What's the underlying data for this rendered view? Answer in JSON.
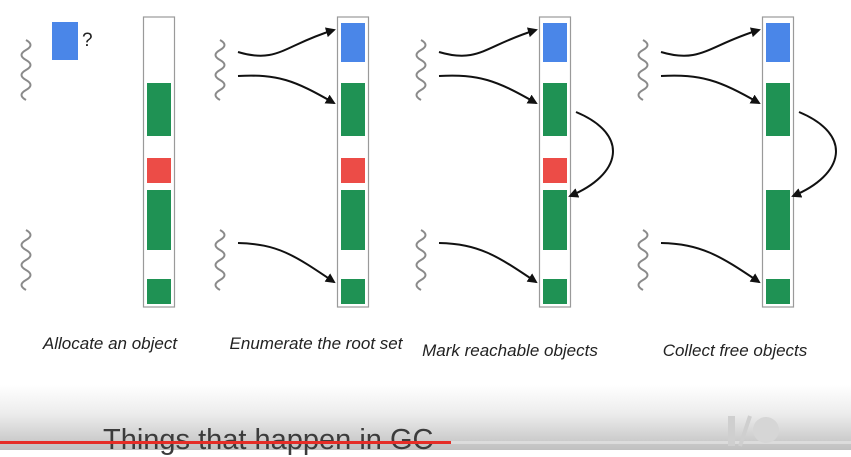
{
  "panels": [
    {
      "caption": "Allocate an object",
      "heap": [
        "empty",
        "green",
        "red",
        "green",
        "empty",
        "green"
      ],
      "new_object": "blue",
      "new_object_note": "?",
      "roots": 2,
      "root_arrows": []
    },
    {
      "caption": "Enumerate the root set",
      "heap": [
        "blue",
        "green",
        "red",
        "green",
        "empty",
        "green"
      ],
      "roots": 2,
      "root_arrows": [
        "blue",
        "green",
        "green-bottom"
      ],
      "mark_arrow": false
    },
    {
      "caption": "Mark reachable objects",
      "heap": [
        "blue",
        "green",
        "red",
        "green",
        "empty",
        "green"
      ],
      "roots": 2,
      "root_arrows": [
        "blue",
        "green",
        "green-bottom"
      ],
      "mark_arrow": true
    },
    {
      "caption": "Collect free objects",
      "heap": [
        "blue",
        "green",
        "empty",
        "green",
        "empty",
        "green"
      ],
      "roots": 2,
      "root_arrows": [
        "blue",
        "green",
        "green-bottom"
      ],
      "mark_arrow": true
    }
  ],
  "colors": {
    "blue": "#4a86e8",
    "green": "#1f9254",
    "red": "#ec4c47",
    "heap_border": "#9a9a9a",
    "squiggle": "#8a8a8a",
    "arrow": "#111111"
  },
  "footer": {
    "title": "Things that happen in GC",
    "progress": 0.53,
    "progress_color": "#e52d27",
    "logo": "Google I/O logo"
  }
}
